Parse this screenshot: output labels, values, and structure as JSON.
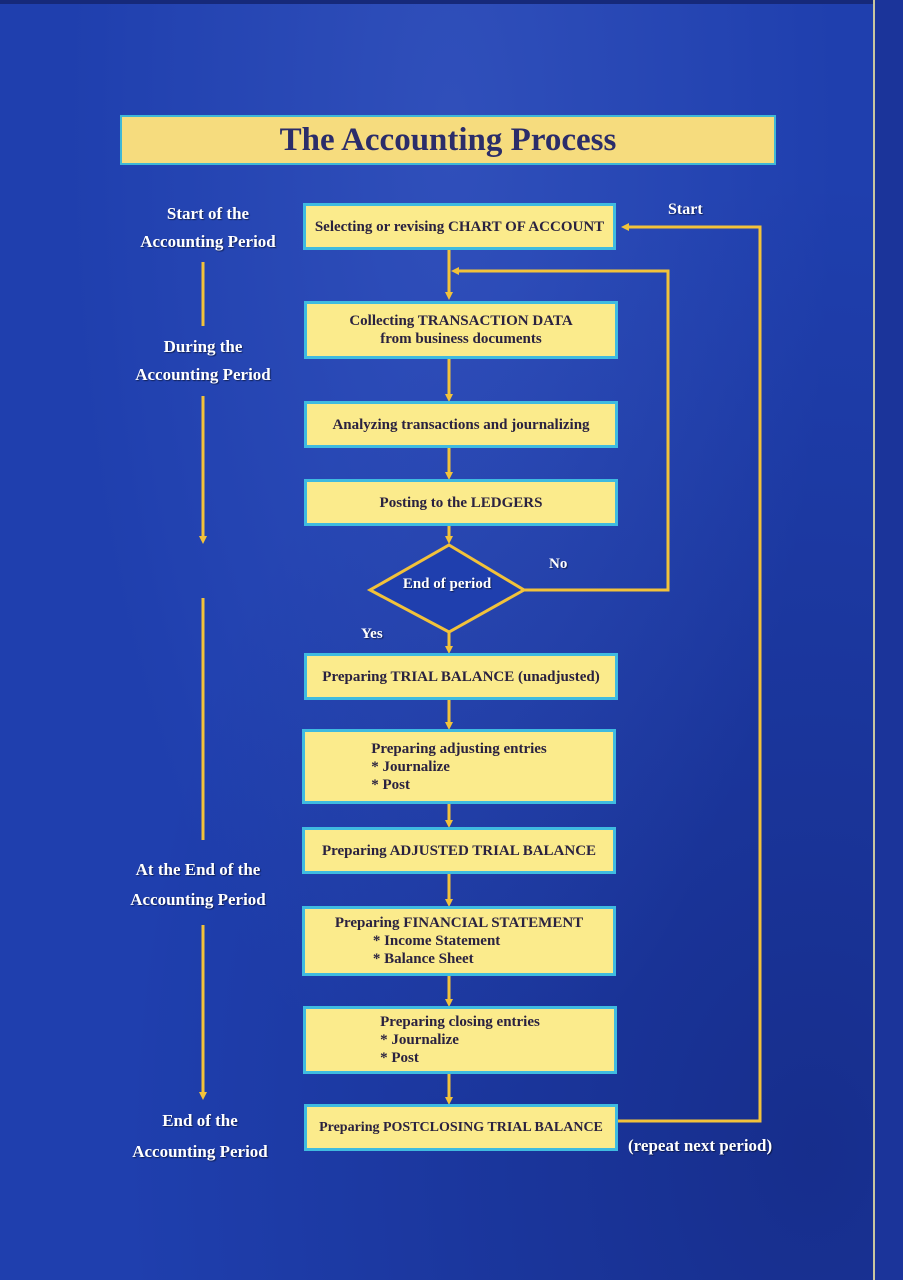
{
  "title": "The Accounting Process",
  "phases": {
    "start": [
      "Start of the",
      "Accounting Period"
    ],
    "during": [
      "During the",
      "Accounting Period"
    ],
    "at_end": [
      "At the End of the",
      "Accounting Period"
    ],
    "end": [
      "End of the",
      "Accounting Period"
    ]
  },
  "labels": {
    "start": "Start",
    "no": "No",
    "yes": "Yes",
    "repeat": "(repeat next period)"
  },
  "steps": [
    {
      "id": "chart-of-account",
      "lines": [
        "Selecting or revising CHART OF ACCOUNT"
      ]
    },
    {
      "id": "collect-transaction-data",
      "lines": [
        "Collecting TRANSACTION DATA",
        "from business documents"
      ]
    },
    {
      "id": "analyze-journalize",
      "lines": [
        "Analyzing transactions and journalizing"
      ]
    },
    {
      "id": "post-ledgers",
      "lines": [
        "Posting to the LEDGERS"
      ]
    },
    {
      "id": "trial-balance-unadjusted",
      "lines": [
        "Preparing TRIAL BALANCE (unadjusted)"
      ]
    },
    {
      "id": "adjusting-entries",
      "lines": [
        "Preparing adjusting entries",
        "*  Journalize",
        "*  Post"
      ]
    },
    {
      "id": "adjusted-trial-balance",
      "lines": [
        "Preparing ADJUSTED TRIAL BALANCE"
      ]
    },
    {
      "id": "financial-statement",
      "lines": [
        "Preparing FINANCIAL STATEMENT",
        "*  Income Statement",
        "*  Balance Sheet"
      ]
    },
    {
      "id": "closing-entries",
      "lines": [
        "Preparing closing entries",
        "*  Journalize",
        "*  Post"
      ]
    },
    {
      "id": "postclosing-trial-balance",
      "lines": [
        "Preparing POSTCLOSING TRIAL BALANCE"
      ]
    }
  ],
  "decision": {
    "label": "End of period"
  },
  "colors": {
    "background": "#1f3fae",
    "box_fill": "#fbeb8c",
    "box_border": "#3fbbe0",
    "arrow": "#f2c23a",
    "title_text": "#2b2d6a"
  }
}
